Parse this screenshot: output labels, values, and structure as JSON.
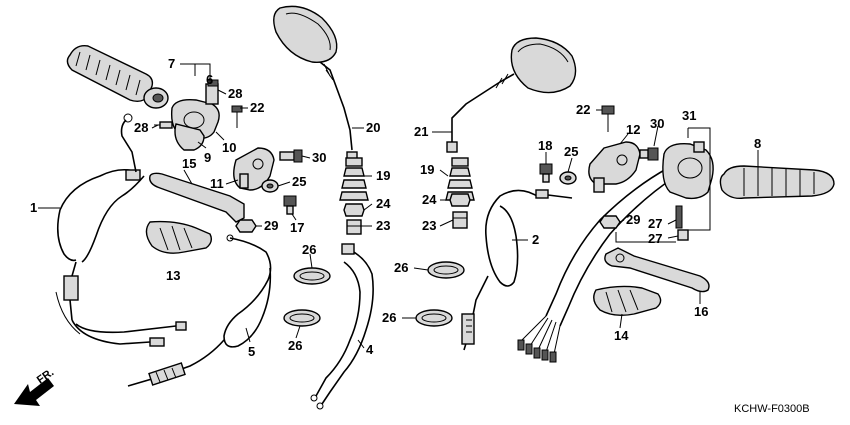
{
  "callouts": {
    "c1": "1",
    "c2": "2",
    "c4": "4",
    "c5": "5",
    "c6": "6",
    "c7": "7",
    "c8": "8",
    "c9": "9",
    "c10": "10",
    "c11": "11",
    "c12": "12",
    "c13": "13",
    "c14": "14",
    "c15": "15",
    "c16": "16",
    "c17": "17",
    "c18": "18",
    "c19a": "19",
    "c19b": "19",
    "c20": "20",
    "c21": "21",
    "c22a": "22",
    "c22b": "22",
    "c23a": "23",
    "c23b": "23",
    "c24a": "24",
    "c24b": "24",
    "c25a": "25",
    "c25b": "25",
    "c26a": "26",
    "c26b": "26",
    "c26c": "26",
    "c26d": "26",
    "c27a": "27",
    "c27b": "27",
    "c28a": "28",
    "c28b": "28",
    "c29a": "29",
    "c29b": "29",
    "c30a": "30",
    "c30b": "30",
    "c31": "31"
  },
  "direction_label": "FR.",
  "diagram_code": "KCHW-F0300B"
}
